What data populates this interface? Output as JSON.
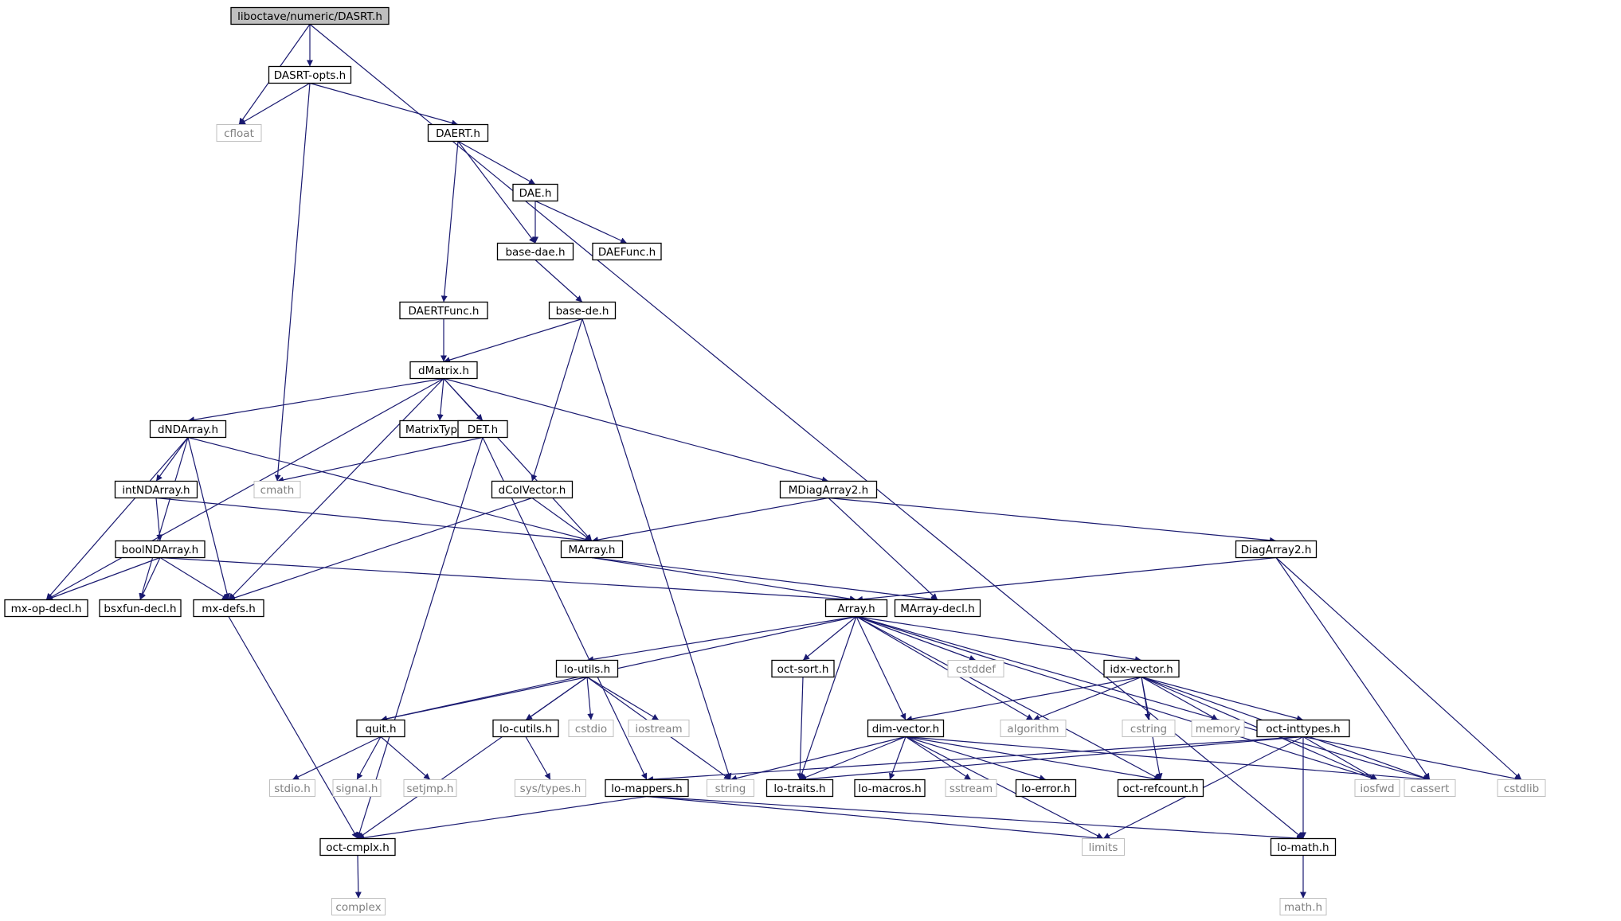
{
  "colors": {
    "edge": "#191970",
    "node_border": "#000000",
    "external_border": "#bfbfbf",
    "external_text": "#808080",
    "root_fill": "#bfbfbf",
    "text": "#000000",
    "background": "#ffffff"
  },
  "nodes": [
    {
      "id": "dasrt_h",
      "label": "liboctave/numeric/DASRT.h",
      "kind": "root"
    },
    {
      "id": "dasrt_opts_h",
      "label": "DASRT-opts.h",
      "kind": "file"
    },
    {
      "id": "cfloat",
      "label": "cfloat",
      "kind": "external"
    },
    {
      "id": "daert_h",
      "label": "DAERT.h",
      "kind": "file"
    },
    {
      "id": "dae_h",
      "label": "DAE.h",
      "kind": "file"
    },
    {
      "id": "base_dae_h",
      "label": "base-dae.h",
      "kind": "file"
    },
    {
      "id": "daefunc_h",
      "label": "DAEFunc.h",
      "kind": "file"
    },
    {
      "id": "base_de_h",
      "label": "base-de.h",
      "kind": "file"
    },
    {
      "id": "daertfunc_h",
      "label": "DAERTFunc.h",
      "kind": "file"
    },
    {
      "id": "dmatrix_h",
      "label": "dMatrix.h",
      "kind": "file"
    },
    {
      "id": "dndarray_h",
      "label": "dNDArray.h",
      "kind": "file"
    },
    {
      "id": "matrixtype_h",
      "label": "MatrixType.h",
      "kind": "file"
    },
    {
      "id": "det_h",
      "label": "DET.h",
      "kind": "file"
    },
    {
      "id": "cmath",
      "label": "cmath",
      "kind": "external"
    },
    {
      "id": "dcolvector_h",
      "label": "dColVector.h",
      "kind": "file"
    },
    {
      "id": "mdiagarray2_h",
      "label": "MDiagArray2.h",
      "kind": "file"
    },
    {
      "id": "intndarray_h",
      "label": "intNDArray.h",
      "kind": "file"
    },
    {
      "id": "marray_h",
      "label": "MArray.h",
      "kind": "file"
    },
    {
      "id": "diagarray2_h",
      "label": "DiagArray2.h",
      "kind": "file"
    },
    {
      "id": "boolndarray_h",
      "label": "boolNDArray.h",
      "kind": "file"
    },
    {
      "id": "mx_op_decl_h",
      "label": "mx-op-decl.h",
      "kind": "file"
    },
    {
      "id": "bsxfun_decl_h",
      "label": "bsxfun-decl.h",
      "kind": "file"
    },
    {
      "id": "mx_defs_h",
      "label": "mx-defs.h",
      "kind": "file"
    },
    {
      "id": "array_h",
      "label": "Array.h",
      "kind": "file"
    },
    {
      "id": "marray_decl_h",
      "label": "MArray-decl.h",
      "kind": "file"
    },
    {
      "id": "lo_utils_h",
      "label": "lo-utils.h",
      "kind": "file"
    },
    {
      "id": "oct_sort_h",
      "label": "oct-sort.h",
      "kind": "file"
    },
    {
      "id": "cstddef",
      "label": "cstddef",
      "kind": "external"
    },
    {
      "id": "idx_vector_h",
      "label": "idx-vector.h",
      "kind": "file"
    },
    {
      "id": "quit_h",
      "label": "quit.h",
      "kind": "file"
    },
    {
      "id": "lo_cutils_h",
      "label": "lo-cutils.h",
      "kind": "file"
    },
    {
      "id": "cstdio",
      "label": "cstdio",
      "kind": "external"
    },
    {
      "id": "iostream",
      "label": "iostream",
      "kind": "external"
    },
    {
      "id": "dim_vector_h",
      "label": "dim-vector.h",
      "kind": "file"
    },
    {
      "id": "algorithm",
      "label": "algorithm",
      "kind": "external"
    },
    {
      "id": "cstring",
      "label": "cstring",
      "kind": "external"
    },
    {
      "id": "memory",
      "label": "memory",
      "kind": "external"
    },
    {
      "id": "oct_inttypes_h",
      "label": "oct-inttypes.h",
      "kind": "file"
    },
    {
      "id": "stdio_h",
      "label": "stdio.h",
      "kind": "external"
    },
    {
      "id": "signal_h",
      "label": "signal.h",
      "kind": "external"
    },
    {
      "id": "setjmp_h",
      "label": "setjmp.h",
      "kind": "external"
    },
    {
      "id": "sys_types_h",
      "label": "sys/types.h",
      "kind": "external"
    },
    {
      "id": "lo_mappers_h",
      "label": "lo-mappers.h",
      "kind": "file"
    },
    {
      "id": "string",
      "label": "string",
      "kind": "external"
    },
    {
      "id": "lo_traits_h",
      "label": "lo-traits.h",
      "kind": "file"
    },
    {
      "id": "lo_macros_h",
      "label": "lo-macros.h",
      "kind": "file"
    },
    {
      "id": "sstream",
      "label": "sstream",
      "kind": "external"
    },
    {
      "id": "lo_error_h",
      "label": "lo-error.h",
      "kind": "file"
    },
    {
      "id": "oct_refcount_h",
      "label": "oct-refcount.h",
      "kind": "file"
    },
    {
      "id": "iosfwd",
      "label": "iosfwd",
      "kind": "external"
    },
    {
      "id": "cassert",
      "label": "cassert",
      "kind": "external"
    },
    {
      "id": "cstdlib",
      "label": "cstdlib",
      "kind": "external"
    },
    {
      "id": "oct_cmplx_h",
      "label": "oct-cmplx.h",
      "kind": "file"
    },
    {
      "id": "limits",
      "label": "limits",
      "kind": "external"
    },
    {
      "id": "lo_math_h",
      "label": "lo-math.h",
      "kind": "file"
    },
    {
      "id": "complex",
      "label": "complex",
      "kind": "external"
    },
    {
      "id": "math_h",
      "label": "math.h",
      "kind": "external"
    }
  ],
  "edges": [
    [
      "dasrt_h",
      "dasrt_opts_h"
    ],
    [
      "dasrt_h",
      "cfloat"
    ],
    [
      "dasrt_h",
      "lo_math_h"
    ],
    [
      "dasrt_opts_h",
      "cfloat"
    ],
    [
      "dasrt_opts_h",
      "cmath"
    ],
    [
      "dasrt_opts_h",
      "daert_h"
    ],
    [
      "daert_h",
      "dae_h"
    ],
    [
      "daert_h",
      "base_dae_h"
    ],
    [
      "daert_h",
      "daertfunc_h"
    ],
    [
      "dae_h",
      "base_dae_h"
    ],
    [
      "dae_h",
      "daefunc_h"
    ],
    [
      "base_dae_h",
      "base_de_h"
    ],
    [
      "base_de_h",
      "dmatrix_h"
    ],
    [
      "base_de_h",
      "dcolvector_h"
    ],
    [
      "base_de_h",
      "string"
    ],
    [
      "daertfunc_h",
      "dmatrix_h"
    ],
    [
      "dmatrix_h",
      "dndarray_h"
    ],
    [
      "dmatrix_h",
      "matrixtype_h"
    ],
    [
      "dmatrix_h",
      "det_h"
    ],
    [
      "dmatrix_h",
      "mdiagarray2_h"
    ],
    [
      "dmatrix_h",
      "mx_op_decl_h"
    ],
    [
      "dmatrix_h",
      "mx_defs_h"
    ],
    [
      "dmatrix_h",
      "marray_h"
    ],
    [
      "dndarray_h",
      "intndarray_h"
    ],
    [
      "dndarray_h",
      "mx_op_decl_h"
    ],
    [
      "dndarray_h",
      "bsxfun_decl_h"
    ],
    [
      "dndarray_h",
      "mx_defs_h"
    ],
    [
      "dndarray_h",
      "marray_h"
    ],
    [
      "det_h",
      "cmath"
    ],
    [
      "det_h",
      "lo_mappers_h"
    ],
    [
      "det_h",
      "oct_cmplx_h"
    ],
    [
      "dcolvector_h",
      "marray_h"
    ],
    [
      "dcolvector_h",
      "mx_defs_h"
    ],
    [
      "intndarray_h",
      "boolndarray_h"
    ],
    [
      "intndarray_h",
      "marray_h"
    ],
    [
      "boolndarray_h",
      "mx_op_decl_h"
    ],
    [
      "boolndarray_h",
      "bsxfun_decl_h"
    ],
    [
      "boolndarray_h",
      "mx_defs_h"
    ],
    [
      "boolndarray_h",
      "array_h"
    ],
    [
      "mdiagarray2_h",
      "marray_h"
    ],
    [
      "mdiagarray2_h",
      "diagarray2_h"
    ],
    [
      "mdiagarray2_h",
      "marray_decl_h"
    ],
    [
      "marray_h",
      "array_h"
    ],
    [
      "marray_h",
      "marray_decl_h"
    ],
    [
      "diagarray2_h",
      "array_h"
    ],
    [
      "diagarray2_h",
      "cassert"
    ],
    [
      "diagarray2_h",
      "cstdlib"
    ],
    [
      "mx_defs_h",
      "oct_cmplx_h"
    ],
    [
      "array_h",
      "lo_utils_h"
    ],
    [
      "array_h",
      "oct_sort_h"
    ],
    [
      "array_h",
      "cstddef"
    ],
    [
      "array_h",
      "idx_vector_h"
    ],
    [
      "array_h",
      "quit_h"
    ],
    [
      "array_h",
      "dim_vector_h"
    ],
    [
      "array_h",
      "algorithm"
    ],
    [
      "array_h",
      "lo_traits_h"
    ],
    [
      "array_h",
      "oct_refcount_h"
    ],
    [
      "array_h",
      "iosfwd"
    ],
    [
      "array_h",
      "cassert"
    ],
    [
      "lo_utils_h",
      "quit_h"
    ],
    [
      "lo_utils_h",
      "lo_cutils_h"
    ],
    [
      "lo_utils_h",
      "cstdio"
    ],
    [
      "lo_utils_h",
      "iostream"
    ],
    [
      "lo_utils_h",
      "string"
    ],
    [
      "lo_utils_h",
      "oct_cmplx_h"
    ],
    [
      "oct_sort_h",
      "lo_traits_h"
    ],
    [
      "idx_vector_h",
      "dim_vector_h"
    ],
    [
      "idx_vector_h",
      "algorithm"
    ],
    [
      "idx_vector_h",
      "cstring"
    ],
    [
      "idx_vector_h",
      "memory"
    ],
    [
      "idx_vector_h",
      "oct_inttypes_h"
    ],
    [
      "idx_vector_h",
      "oct_refcount_h"
    ],
    [
      "idx_vector_h",
      "iosfwd"
    ],
    [
      "idx_vector_h",
      "cassert"
    ],
    [
      "quit_h",
      "stdio_h"
    ],
    [
      "quit_h",
      "signal_h"
    ],
    [
      "quit_h",
      "setjmp_h"
    ],
    [
      "lo_cutils_h",
      "sys_types_h"
    ],
    [
      "dim_vector_h",
      "string"
    ],
    [
      "dim_vector_h",
      "lo_traits_h"
    ],
    [
      "dim_vector_h",
      "lo_macros_h"
    ],
    [
      "dim_vector_h",
      "sstream"
    ],
    [
      "dim_vector_h",
      "lo_error_h"
    ],
    [
      "dim_vector_h",
      "oct_refcount_h"
    ],
    [
      "dim_vector_h",
      "limits"
    ],
    [
      "dim_vector_h",
      "cassert"
    ],
    [
      "oct_inttypes_h",
      "lo_mappers_h"
    ],
    [
      "oct_inttypes_h",
      "lo_traits_h"
    ],
    [
      "oct_inttypes_h",
      "limits"
    ],
    [
      "oct_inttypes_h",
      "lo_math_h"
    ],
    [
      "oct_inttypes_h",
      "iosfwd"
    ],
    [
      "oct_inttypes_h",
      "cstdlib"
    ],
    [
      "lo_mappers_h",
      "oct_cmplx_h"
    ],
    [
      "lo_mappers_h",
      "limits"
    ],
    [
      "lo_mappers_h",
      "lo_math_h"
    ],
    [
      "oct_cmplx_h",
      "complex"
    ],
    [
      "lo_math_h",
      "math_h"
    ]
  ]
}
